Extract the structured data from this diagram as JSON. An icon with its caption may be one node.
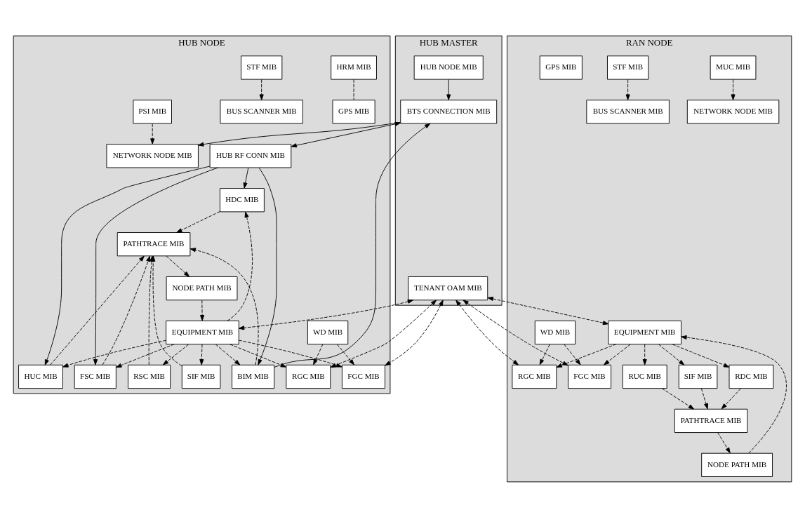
{
  "diagram": {
    "nodes": [
      {
        "text": [
          "HUB MASTER"
        ]
      },
      {
        "text": [
          "HUB NODE MIB"
        ],
        "in": 0
      },
      {
        "text": [
          "BTS CONNECTION MIB"
        ],
        "in": 0
      },
      {
        "text": [
          "TENANT OAM MIB"
        ],
        "in": 0
      },
      {
        "text": [
          "HUB NODE"
        ]
      },
      {
        "text": [
          "HUB RF CONN MIB"
        ],
        "in": 4
      },
      {
        "text": [
          "BUS SCANNER MIB"
        ],
        "in": 4
      },
      {
        "text": [
          "NETWORK NODE MIB"
        ],
        "in": 4
      },
      {
        "text": [
          "HRM MIB"
        ],
        "in": 4
      },
      {
        "text": [
          "EQUIPMENT MIB"
        ],
        "in": 4
      },
      {
        "text": [
          "NODE PATH MIB"
        ],
        "in": 4
      },
      {
        "text": [
          "PATHTRACE MIB"
        ],
        "in": 4
      },
      {
        "text": [
          "FGC MIB"
        ],
        "in": 4
      },
      {
        "text": [
          "RGC MIB"
        ],
        "in": 4
      },
      {
        "text": [
          "GPS MIB"
        ],
        "in": 4
      },
      {
        "text": [
          "STF MIB"
        ],
        "in": 4
      },
      {
        "text": [
          "PSI MIB"
        ],
        "in": 4
      },
      {
        "text": [
          "HDC MIB"
        ],
        "in": 4
      },
      {
        "text": [
          "BIM MIB"
        ],
        "in": 4
      },
      {
        "text": [
          "HUC MIB"
        ],
        "in": 4
      },
      {
        "text": [
          "FSC MIB"
        ],
        "in": 4
      },
      {
        "text": [
          "RSC MIB"
        ],
        "in": 4
      },
      {
        "text": [
          "SIF MIB"
        ],
        "in": 4
      },
      {
        "text": [
          "WD MIB"
        ],
        "in": 4
      },
      {
        "text": [
          "RAN NODE"
        ]
      },
      {
        "text": [
          "FGC MIB"
        ],
        "in": 24
      },
      {
        "text": [
          "RGC MIB"
        ],
        "in": 24
      },
      {
        "text": [
          "EQUIPMENT MIB"
        ],
        "in": 24
      },
      {
        "text": [
          "NODE PATH MIB"
        ],
        "in": 24
      },
      {
        "text": [
          "PATHTRACE MIB"
        ],
        "in": 24
      },
      {
        "text": [
          "NETWORK NODE MIB"
        ],
        "in": 24
      },
      {
        "text": [
          "BUS SCANNER MIB"
        ],
        "in": 24
      },
      {
        "text": [
          "WD MIB"
        ],
        "in": 24
      },
      {
        "text": [
          "SIF MIB"
        ],
        "in": 24
      },
      {
        "text": [
          "RDC MIB"
        ],
        "in": 24
      },
      {
        "text": [
          "RUC MIB"
        ],
        "in": 24
      },
      {
        "text": [
          "MUC MIB"
        ],
        "in": 24
      },
      {
        "text": [
          "STF MIB"
        ],
        "in": 24
      },
      {
        "text": [
          "GPS MIB"
        ],
        "in": 24
      }
    ],
    "edges": [
      {
        "from": 1,
        "to": 2,
        "arrow": "to"
      },
      {
        "from": 2,
        "to": 5,
        "arrow": "both"
      },
      {
        "from": 2,
        "to": 7,
        "arrow": "to"
      },
      {
        "from": 18,
        "to": 2,
        "arrow": "to"
      },
      {
        "from": 5,
        "to": 17,
        "arrow": "to"
      },
      {
        "from": 5,
        "to": 18,
        "arrow": "to"
      },
      {
        "from": 5,
        "to": 19,
        "arrow": "to"
      },
      {
        "from": 5,
        "to": 20,
        "arrow": "to"
      },
      {
        "from": 3,
        "to": 9,
        "arrow": "both",
        "style": "dashed"
      },
      {
        "from": 9,
        "to": 12,
        "arrow": "to",
        "style": "dashed"
      },
      {
        "from": 9,
        "to": 13,
        "arrow": "to",
        "style": "dashed"
      },
      {
        "from": 10,
        "to": 9,
        "arrow": "to",
        "style": "dashed"
      },
      {
        "from": 11,
        "to": 10,
        "arrow": "to",
        "style": "dashed"
      },
      {
        "from": 3,
        "to": 12,
        "arrow": "both",
        "style": "dashed"
      },
      {
        "from": 3,
        "to": 13,
        "arrow": "both",
        "style": "dashed"
      },
      {
        "from": 9,
        "to": 17,
        "arrow": "to",
        "style": "dashed"
      },
      {
        "from": 9,
        "to": 18,
        "arrow": "to",
        "style": "dashed"
      },
      {
        "from": 9,
        "to": 19,
        "arrow": "to",
        "style": "dashed"
      },
      {
        "from": 9,
        "to": 20,
        "arrow": "to",
        "style": "dashed"
      },
      {
        "from": 9,
        "to": 21,
        "arrow": "to",
        "style": "dashed"
      },
      {
        "from": 9,
        "to": 22,
        "arrow": "to",
        "style": "dashed"
      },
      {
        "from": 17,
        "to": 11,
        "arrow": "to",
        "style": "dashed"
      },
      {
        "from": 18,
        "to": 11,
        "arrow": "to",
        "style": "dashed"
      },
      {
        "from": 19,
        "to": 11,
        "arrow": "to",
        "style": "dashed"
      },
      {
        "from": 20,
        "to": 11,
        "arrow": "to",
        "style": "dashed"
      },
      {
        "from": 21,
        "to": 11,
        "arrow": "to",
        "style": "dashed"
      },
      {
        "from": 22,
        "to": 11,
        "arrow": "to",
        "style": "dashed"
      },
      {
        "from": 8,
        "to": 14,
        "arrow": "none",
        "style": "dashed"
      },
      {
        "from": 15,
        "to": 6,
        "arrow": "to",
        "style": "dashed"
      },
      {
        "from": 16,
        "to": 7,
        "arrow": "to",
        "style": "dashed"
      },
      {
        "from": 23,
        "to": 12,
        "arrow": "to",
        "style": "dashed"
      },
      {
        "from": 23,
        "to": 13,
        "arrow": "to",
        "style": "dashed"
      },
      {
        "from": 3,
        "to": 25,
        "arrow": "both",
        "style": "dashed"
      },
      {
        "from": 3,
        "to": 26,
        "arrow": "both",
        "style": "dashed"
      },
      {
        "from": 3,
        "to": 27,
        "arrow": "both",
        "style": "dashed"
      },
      {
        "from": 27,
        "to": 25,
        "arrow": "to",
        "style": "dashed"
      },
      {
        "from": 27,
        "to": 26,
        "arrow": "to",
        "style": "dashed"
      },
      {
        "from": 28,
        "to": 27,
        "arrow": "to",
        "style": "dashed"
      },
      {
        "from": 29,
        "to": 28,
        "arrow": "to",
        "style": "dashed"
      },
      {
        "from": 27,
        "to": 33,
        "arrow": "to",
        "style": "dashed"
      },
      {
        "from": 27,
        "to": 34,
        "arrow": "to",
        "style": "dashed"
      },
      {
        "from": 27,
        "to": 35,
        "arrow": "to",
        "style": "dashed"
      },
      {
        "from": 33,
        "to": 29,
        "arrow": "to",
        "style": "dashed"
      },
      {
        "from": 34,
        "to": 29,
        "arrow": "to",
        "style": "dashed"
      },
      {
        "from": 35,
        "to": 29,
        "arrow": "to",
        "style": "dashed"
      },
      {
        "from": 32,
        "to": 25,
        "arrow": "to",
        "style": "dashed"
      },
      {
        "from": 32,
        "to": 26,
        "arrow": "to",
        "style": "dashed"
      },
      {
        "from": 36,
        "to": 30,
        "arrow": "to",
        "style": "dashed"
      },
      {
        "from": 37,
        "to": 31,
        "arrow": "to",
        "style": "dashed"
      }
    ]
  }
}
